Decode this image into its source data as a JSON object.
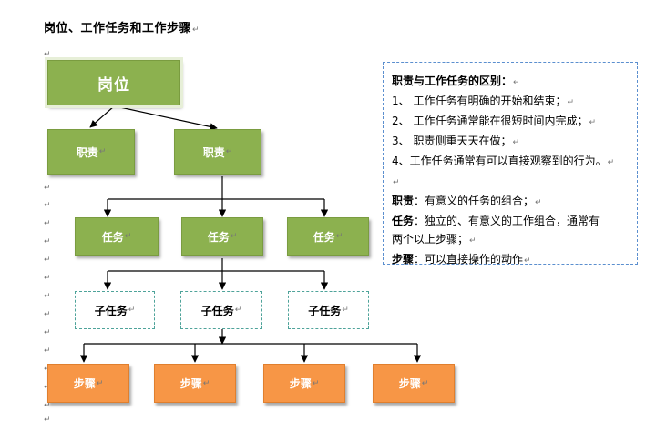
{
  "title": "岗位、工作任务和工作步骤",
  "para_mark": "↵",
  "diagram": {
    "root": "岗位",
    "duties": [
      "职责",
      "职责"
    ],
    "tasks": [
      "任务",
      "任务",
      "任务"
    ],
    "subtasks": [
      "子任务",
      "子任务",
      "子任务"
    ],
    "steps": [
      "步骤",
      "步骤",
      "步骤",
      "步骤"
    ]
  },
  "colors": {
    "green": "#8cb14f",
    "orange": "#f79646",
    "dashed_box_border": "#4ea39a",
    "note_border": "#5b8fcf"
  },
  "note": {
    "heading": "职责与工作任务的区别：",
    "items": [
      "1、 工作任务有明确的开始和结束；",
      "2、 工作任务通常能在很短时间内完成；",
      "3、 职责侧重天天在做；",
      "4、工作任务通常有可以直接观察到的行为。"
    ],
    "defs": [
      {
        "term": "职责",
        "text": "：有意义的任务的组合；"
      },
      {
        "term": "任务",
        "text": "：独立的、有意义的工作组合，通常有"
      },
      {
        "term": "",
        "text": "两个以上步骤；"
      },
      {
        "term": "步骤",
        "text": "：可以直接操作的动作"
      }
    ]
  }
}
